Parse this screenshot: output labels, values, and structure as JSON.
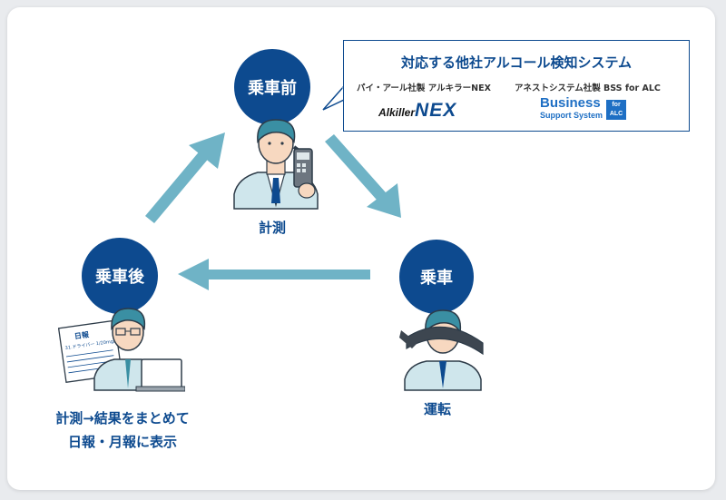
{
  "steps": {
    "before": "乗車前",
    "ride": "乗車",
    "after": "乗車後"
  },
  "labels": {
    "measure": "計測",
    "drive": "運転",
    "report_line1": "計測→結果をまとめて",
    "report_line2": "日報・月報に表示"
  },
  "callout": {
    "title": "対応する他社アルコール検知システム",
    "product1": "パイ・アール社製 アルキラーNEX",
    "product2": "アネストシステム社製 BSS for ALC",
    "logo1_prefix": "Alkiller",
    "logo1_main": "NEX",
    "logo2_line1": "Business",
    "logo2_line2": "Support System",
    "logo2_badge_top": "for",
    "logo2_badge_bottom": "ALC"
  },
  "sheet": {
    "title": "日報",
    "line": "31.ドライバー 1/20mg/ℓ"
  },
  "colors": {
    "navy": "#0d4a8f",
    "arrow": "#6fb3c6",
    "skin": "#f7d8c0",
    "hair": "#3a8fa3",
    "suit": "#cfe6ec"
  }
}
